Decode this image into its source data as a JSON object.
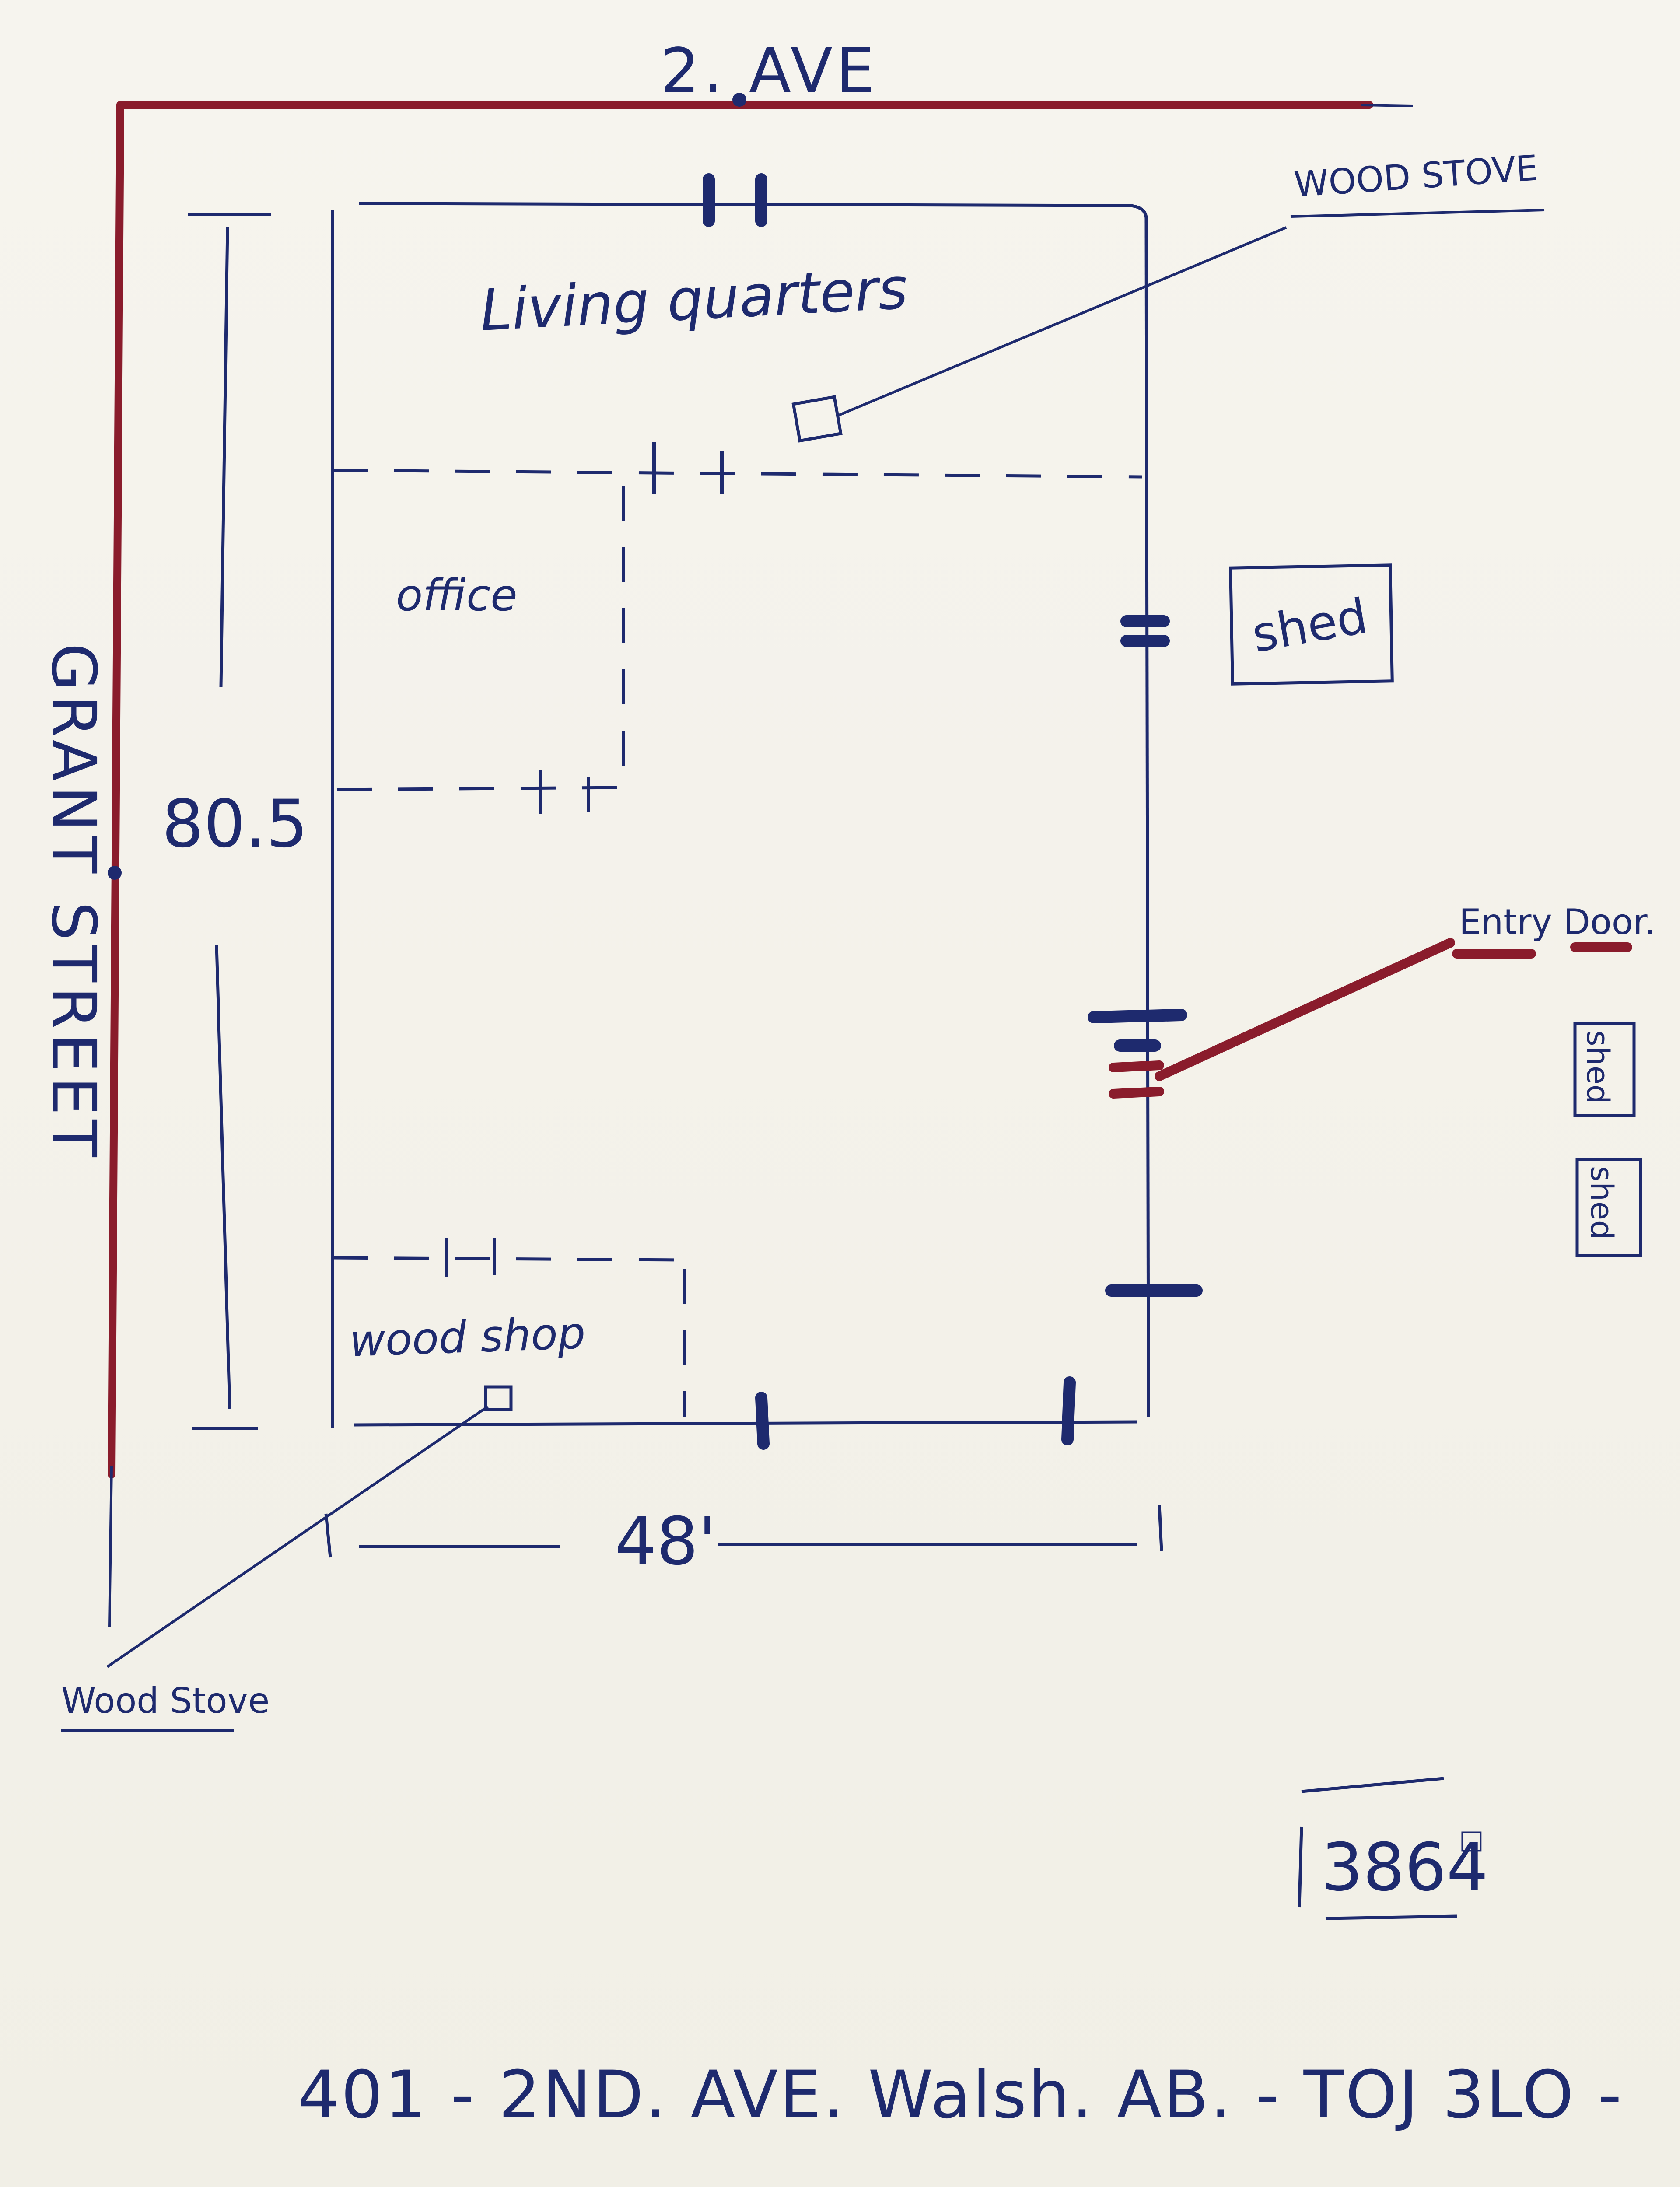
{
  "streets": {
    "top": "2. AVE",
    "left": "GRANT STREET"
  },
  "rooms": {
    "living": "Living quarters",
    "office": "office",
    "woodshop": "wood shop"
  },
  "dimensions": {
    "height": "80.5",
    "width": "48'"
  },
  "labels": {
    "woodstove_top": "WOOD STOVE",
    "woodstove_bottom": "Wood Stove",
    "entry_door": "Entry Door.",
    "shed_large": "shed",
    "shed_small_1": "shed",
    "shed_small_2": "shed",
    "area": "3864",
    "area_unit": "□",
    "address": "401 - 2ND. AVE. Walsh. AB. - TOJ 3LO -"
  },
  "colors": {
    "ink_blue": "#1e2a6e",
    "ink_red": "#8a1c2c",
    "paper": "#f4f2ea"
  }
}
